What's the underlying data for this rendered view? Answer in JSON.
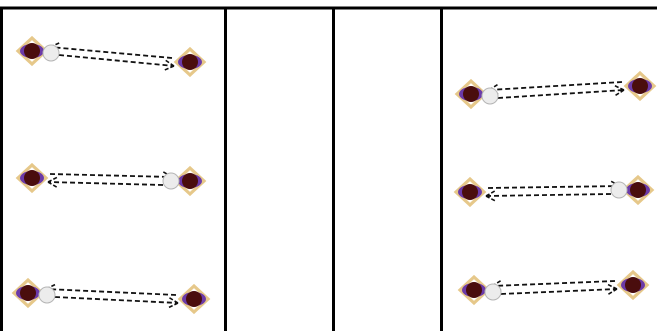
{
  "colors": {
    "background": "#ffffff",
    "panel_border": "#000000",
    "arrow": "#111111",
    "player_head": "#4a0d0d",
    "player_arms": "#e6c88a",
    "player_shirt": "#6b3aa8",
    "ball_fill": "#ececec",
    "ball_stroke": "#b5b5b5"
  },
  "icons": {
    "player": "player-topdown-icon",
    "ball": "ball-icon"
  },
  "diagram": {
    "panels": [
      {
        "name": "left-lane"
      },
      {
        "name": "center-left-lane"
      },
      {
        "name": "center-right-lane"
      },
      {
        "name": "right-lane"
      }
    ],
    "passing_pairs": [
      {
        "name": "left-pair-top",
        "ball_holder": "left"
      },
      {
        "name": "left-pair-middle",
        "ball_holder": "right"
      },
      {
        "name": "left-pair-bottom",
        "ball_holder": "left"
      },
      {
        "name": "right-pair-top",
        "ball_holder": "left"
      },
      {
        "name": "right-pair-middle",
        "ball_holder": "right"
      },
      {
        "name": "right-pair-bottom",
        "ball_holder": "left"
      }
    ]
  }
}
